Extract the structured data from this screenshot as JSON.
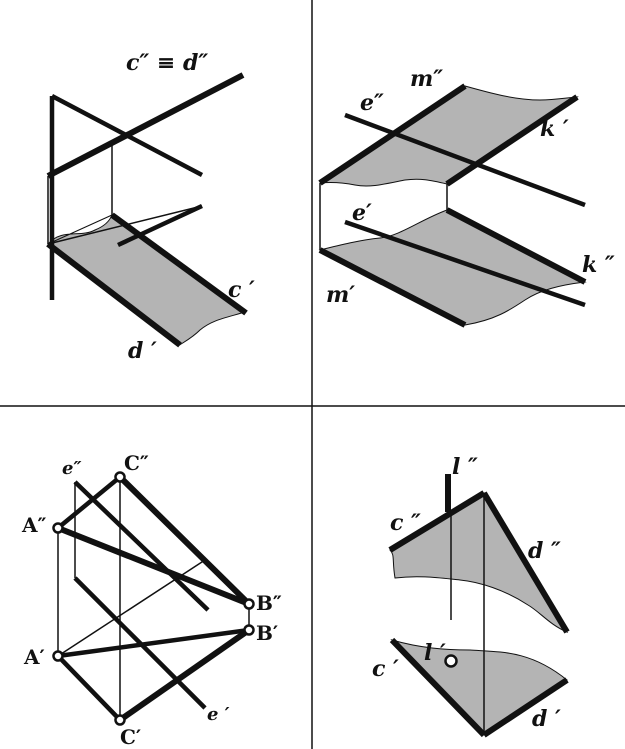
{
  "colors": {
    "plane_fill": "#b4b4b4",
    "stroke": "#111111",
    "background": "#ffffff"
  },
  "panel1": {
    "label_cd_top": "c″ ≡ d″",
    "label_c_bottom": "c ′",
    "label_d_bottom": "d ′"
  },
  "panel2": {
    "label_m_top": "m″",
    "label_e_top": "e″",
    "label_k_top": "k ′",
    "label_e_bottom": "e′",
    "label_k_bottom": "k ″",
    "label_m_bottom": "m′"
  },
  "panel3": {
    "label_e_top": "e″",
    "label_C_top": "C″",
    "label_A_top": "A″",
    "label_B_top": "B″",
    "label_B_bottom": "B′",
    "label_A_bottom": "A′",
    "label_C_bottom": "C′",
    "label_e_bottom": "e ′"
  },
  "panel4": {
    "label_l_top": "l ″",
    "label_c_top": "c ″",
    "label_d_top": "d ″",
    "label_l_bottom": "l ′",
    "label_c_bottom": "c ′",
    "label_d_bottom": "d ′"
  }
}
